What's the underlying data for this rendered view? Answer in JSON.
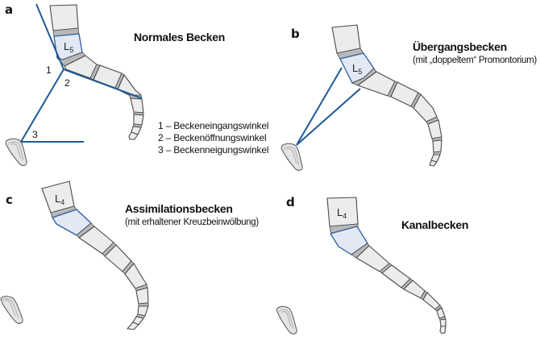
{
  "panels": {
    "a": {
      "letter": "a",
      "title": "Normales Becken",
      "vertebra_label": "L",
      "vertebra_sub": "5",
      "angle_labels": [
        "1",
        "2",
        "3"
      ],
      "legend": [
        "1 – Beckeneingangswinkel",
        "2 – Beckenöffnungswinkel",
        "3 – Beckenneigungswinkel"
      ]
    },
    "b": {
      "letter": "b",
      "title": "Übergangsbecken",
      "subtitle": "(mit „doppeltem“ Promontorium)",
      "vertebra_label": "L",
      "vertebra_sub": "5"
    },
    "c": {
      "letter": "c",
      "title": "Assimilationsbecken",
      "subtitle": "(mit erhaltener Kreuzbeinwölbung)",
      "vertebra_label": "L",
      "vertebra_sub": "4"
    },
    "d": {
      "letter": "d",
      "title": "Kanalbecken",
      "vertebra_label": "L",
      "vertebra_sub": "4"
    }
  },
  "colors": {
    "angle_lines": "#1f5a96",
    "highlight_vertebra": "#e3e8f5",
    "vertebra_fill": "#ececec",
    "disc_fill": "#b9b9b9"
  }
}
